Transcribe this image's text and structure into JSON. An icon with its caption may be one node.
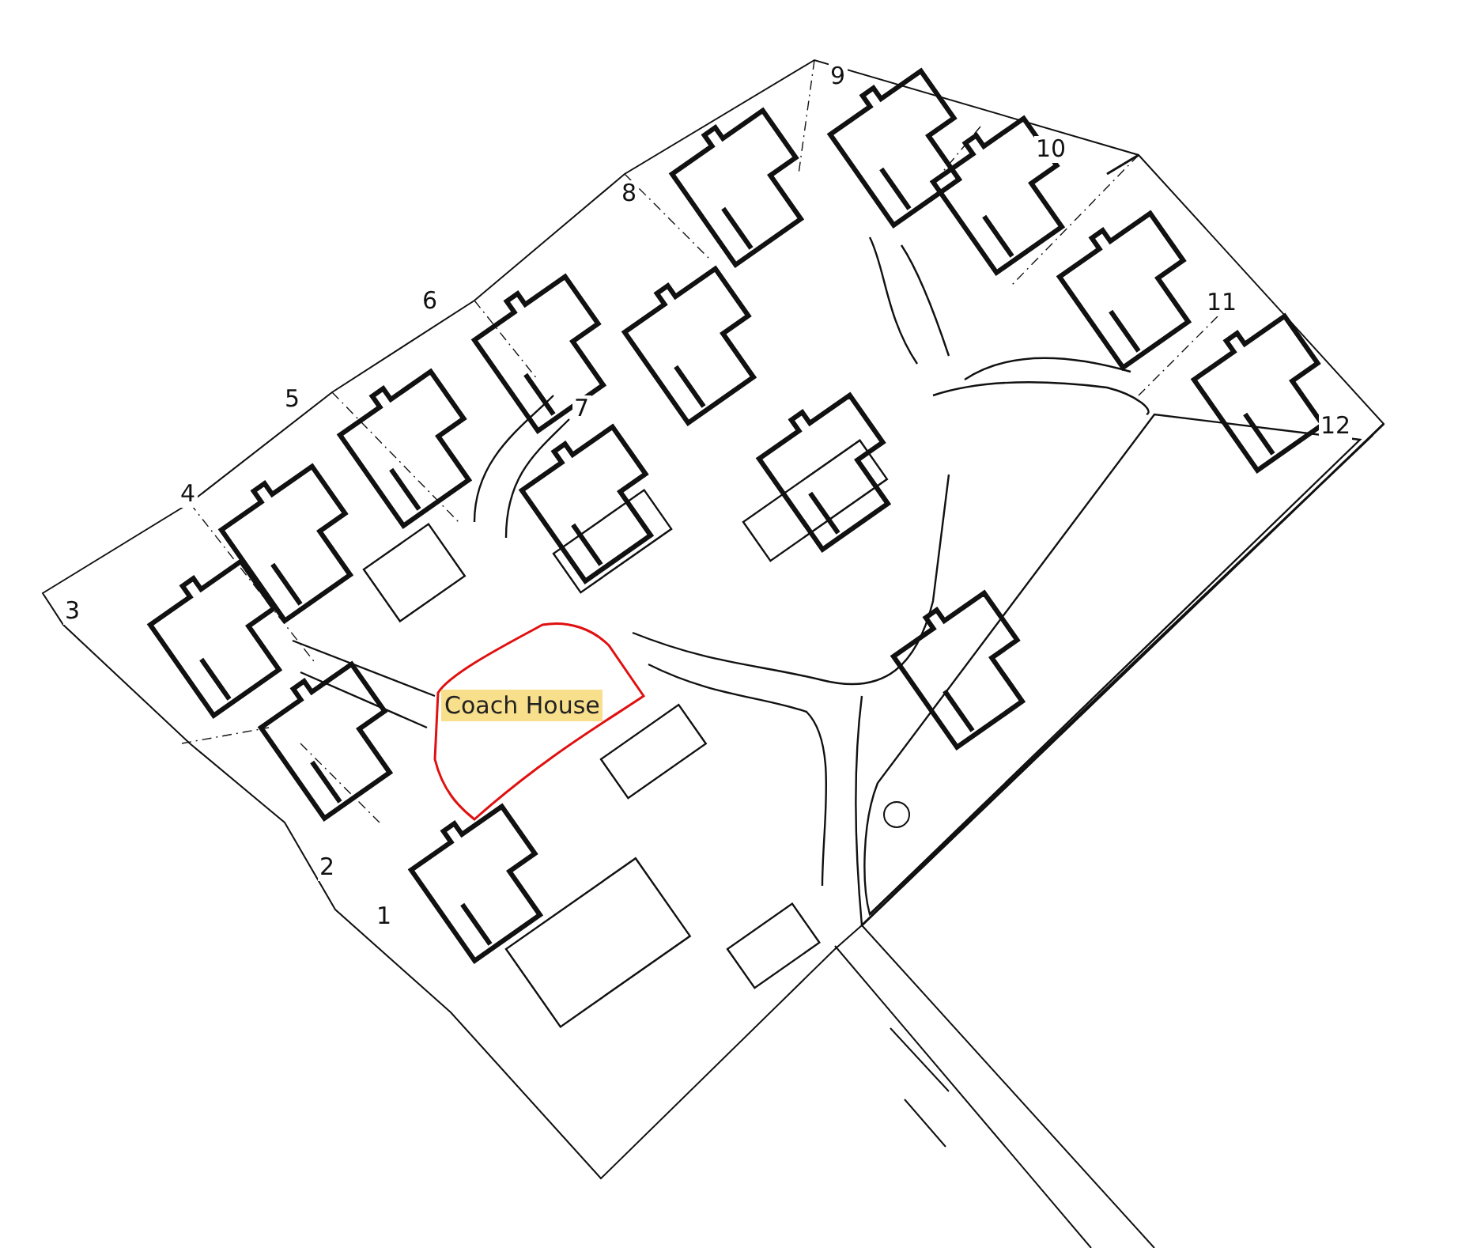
{
  "diagram": {
    "nodes": [
      {
        "text": [
          "Coach House"
        ]
      }
    ],
    "labels": [
      "9",
      "10",
      "8",
      "6",
      "11",
      "7",
      "5",
      "12",
      "4",
      "3",
      "2",
      "1"
    ]
  }
}
